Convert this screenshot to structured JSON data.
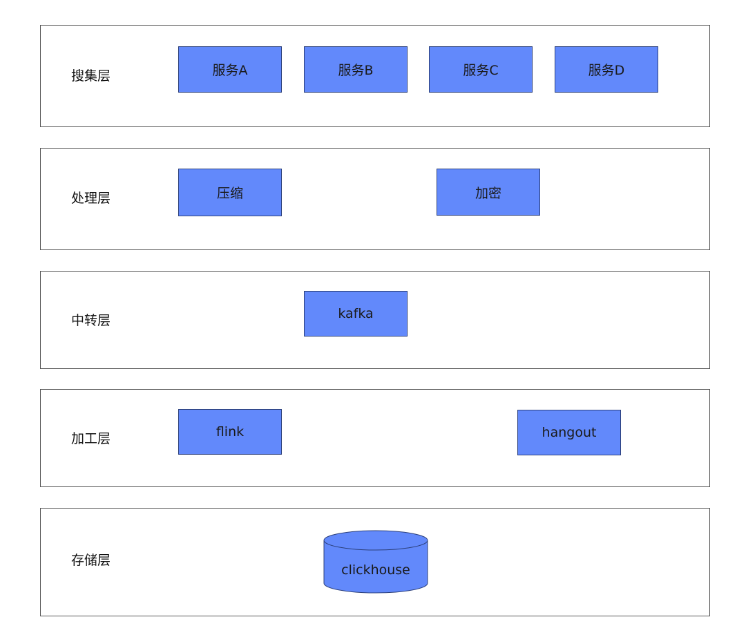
{
  "colors": {
    "node_fill": "#6289fb",
    "node_border": "#2b3f7a",
    "layer_border": "#555555"
  },
  "layers": [
    {
      "label": "搜集层",
      "nodes": [
        "服务A",
        "服务B",
        "服务C",
        "服务D"
      ]
    },
    {
      "label": "处理层",
      "nodes": [
        "压缩",
        "加密"
      ]
    },
    {
      "label": "中转层",
      "nodes": [
        "kafka"
      ]
    },
    {
      "label": "加工层",
      "nodes": [
        "flink",
        "hangout"
      ]
    },
    {
      "label": "存储层",
      "nodes": [
        "clickhouse"
      ],
      "node_shape": "cylinder"
    }
  ]
}
